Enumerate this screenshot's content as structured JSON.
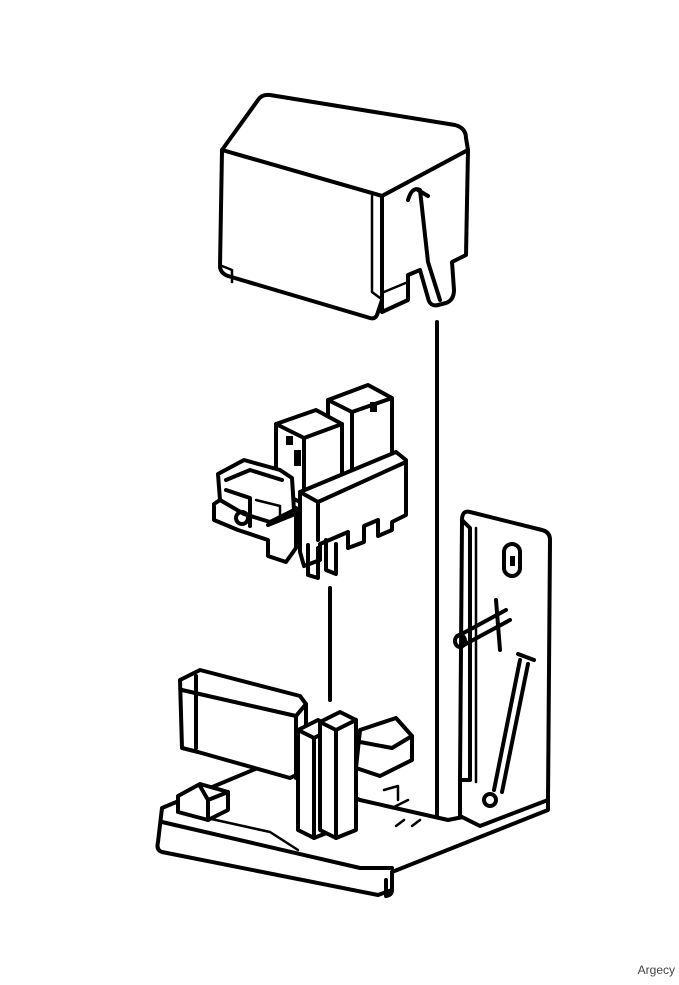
{
  "diagram": {
    "type": "exploded-assembly-line-drawing",
    "parts": [
      "cover",
      "switch-assembly",
      "base-bracket"
    ]
  },
  "watermark": {
    "text": "Argecy"
  },
  "colors": {
    "ink": "#000000",
    "paper": "#ffffff"
  }
}
